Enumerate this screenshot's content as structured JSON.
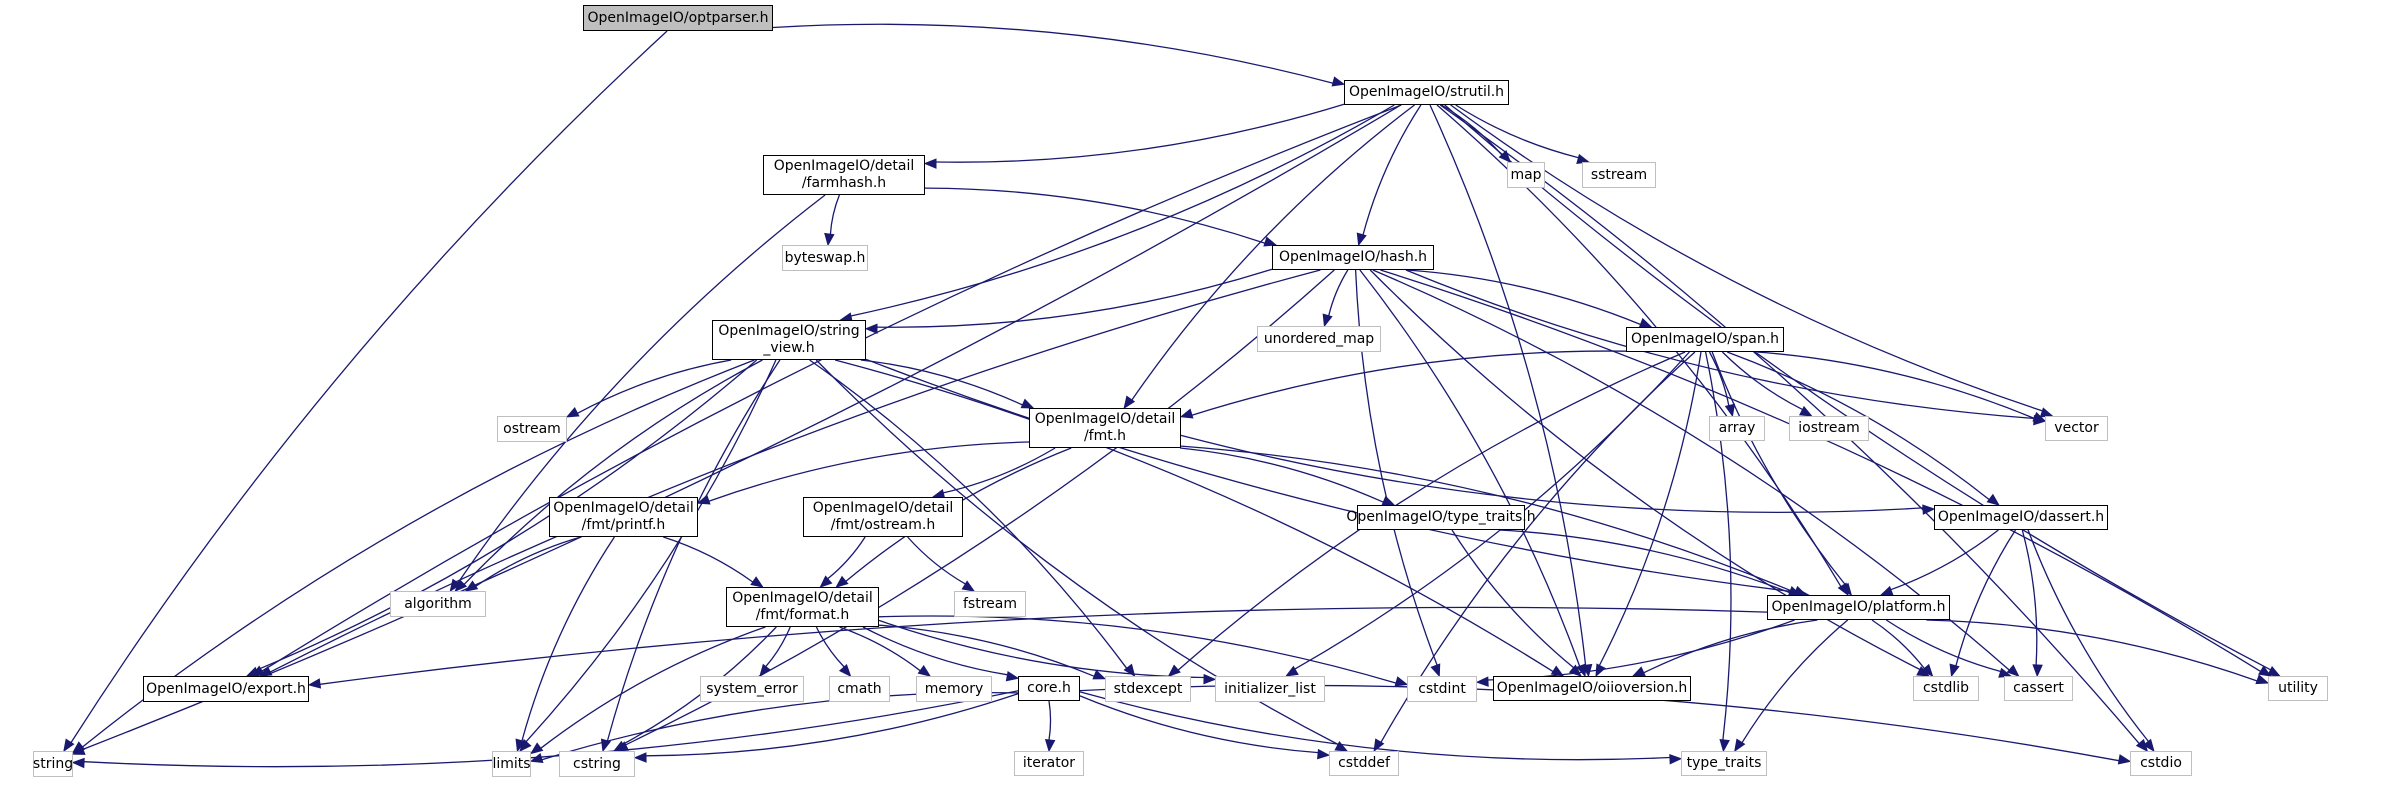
{
  "diagram": {
    "title": "OpenImageIO/optparser.h include dependency graph",
    "colors": {
      "edge": "#191970",
      "root_fill": "#bfbfbf",
      "local_border": "#000000",
      "system_border": "#bfbfbf"
    },
    "nodes": [
      {
        "id": "optparser",
        "label": "OpenImageIO/optparser.h",
        "kind": "root"
      },
      {
        "id": "strutil",
        "label": "OpenImageIO/strutil.h",
        "kind": "local"
      },
      {
        "id": "farmhash",
        "label": "OpenImageIO/detail\n/farmhash.h",
        "kind": "local"
      },
      {
        "id": "map",
        "label": "map",
        "kind": "system"
      },
      {
        "id": "sstream",
        "label": "sstream",
        "kind": "system"
      },
      {
        "id": "byteswap",
        "label": "byteswap.h",
        "kind": "system"
      },
      {
        "id": "hash",
        "label": "OpenImageIO/hash.h",
        "kind": "local"
      },
      {
        "id": "string_view",
        "label": "OpenImageIO/string\n_view.h",
        "kind": "local"
      },
      {
        "id": "unordered_map",
        "label": "unordered_map",
        "kind": "system"
      },
      {
        "id": "span",
        "label": "OpenImageIO/span.h",
        "kind": "local"
      },
      {
        "id": "array",
        "label": "array",
        "kind": "system"
      },
      {
        "id": "iostream",
        "label": "iostream",
        "kind": "system"
      },
      {
        "id": "vector",
        "label": "vector",
        "kind": "system"
      },
      {
        "id": "ostream",
        "label": "ostream",
        "kind": "system"
      },
      {
        "id": "fmt",
        "label": "OpenImageIO/detail\n/fmt.h",
        "kind": "local"
      },
      {
        "id": "printf",
        "label": "OpenImageIO/detail\n/fmt/printf.h",
        "kind": "local"
      },
      {
        "id": "fmt_ostream",
        "label": "OpenImageIO/detail\n/fmt/ostream.h",
        "kind": "local"
      },
      {
        "id": "type_traits_h",
        "label": "OpenImageIO/type_traits.h",
        "kind": "local"
      },
      {
        "id": "dassert",
        "label": "OpenImageIO/dassert.h",
        "kind": "local"
      },
      {
        "id": "algorithm",
        "label": "algorithm",
        "kind": "system"
      },
      {
        "id": "fstream",
        "label": "fstream",
        "kind": "system"
      },
      {
        "id": "format",
        "label": "OpenImageIO/detail\n/fmt/format.h",
        "kind": "local"
      },
      {
        "id": "platform",
        "label": "OpenImageIO/platform.h",
        "kind": "local"
      },
      {
        "id": "export",
        "label": "OpenImageIO/export.h",
        "kind": "local"
      },
      {
        "id": "system_error",
        "label": "system_error",
        "kind": "system"
      },
      {
        "id": "cmath",
        "label": "cmath",
        "kind": "system"
      },
      {
        "id": "memory",
        "label": "memory",
        "kind": "system"
      },
      {
        "id": "core",
        "label": "core.h",
        "kind": "local"
      },
      {
        "id": "stdexcept",
        "label": "stdexcept",
        "kind": "system"
      },
      {
        "id": "initializer_list",
        "label": "initializer_list",
        "kind": "system"
      },
      {
        "id": "cstdint",
        "label": "cstdint",
        "kind": "system"
      },
      {
        "id": "oiioversion",
        "label": "OpenImageIO/oiioversion.h",
        "kind": "local"
      },
      {
        "id": "cstdlib",
        "label": "cstdlib",
        "kind": "system"
      },
      {
        "id": "cassert",
        "label": "cassert",
        "kind": "system"
      },
      {
        "id": "utility",
        "label": "utility",
        "kind": "system"
      },
      {
        "id": "string",
        "label": "string",
        "kind": "system"
      },
      {
        "id": "limits",
        "label": "limits",
        "kind": "system"
      },
      {
        "id": "cstring",
        "label": "cstring",
        "kind": "system"
      },
      {
        "id": "iterator",
        "label": "iterator",
        "kind": "system"
      },
      {
        "id": "cstddef",
        "label": "cstddef",
        "kind": "system"
      },
      {
        "id": "type_traits",
        "label": "type_traits",
        "kind": "system"
      },
      {
        "id": "cstdio",
        "label": "cstdio",
        "kind": "system"
      }
    ],
    "edges": [
      [
        "optparser",
        "strutil"
      ],
      [
        "optparser",
        "string"
      ],
      [
        "strutil",
        "farmhash"
      ],
      [
        "strutil",
        "hash"
      ],
      [
        "strutil",
        "map"
      ],
      [
        "strutil",
        "sstream"
      ],
      [
        "strutil",
        "string_view"
      ],
      [
        "strutil",
        "fmt"
      ],
      [
        "strutil",
        "oiioversion"
      ],
      [
        "strutil",
        "export"
      ],
      [
        "strutil",
        "string"
      ],
      [
        "strutil",
        "vector"
      ],
      [
        "strutil",
        "platform"
      ],
      [
        "strutil",
        "utility"
      ],
      [
        "strutil",
        "cstdio"
      ],
      [
        "farmhash",
        "byteswap"
      ],
      [
        "farmhash",
        "hash"
      ],
      [
        "farmhash",
        "algorithm"
      ],
      [
        "hash",
        "string_view"
      ],
      [
        "hash",
        "unordered_map"
      ],
      [
        "hash",
        "span"
      ],
      [
        "hash",
        "export"
      ],
      [
        "hash",
        "cstring"
      ],
      [
        "hash",
        "cstdint"
      ],
      [
        "hash",
        "oiioversion"
      ],
      [
        "hash",
        "vector"
      ],
      [
        "hash",
        "utility"
      ],
      [
        "hash",
        "cstdlib"
      ],
      [
        "hash",
        "cassert"
      ],
      [
        "string_view",
        "ostream"
      ],
      [
        "string_view",
        "fmt"
      ],
      [
        "string_view",
        "algorithm"
      ],
      [
        "string_view",
        "export"
      ],
      [
        "string_view",
        "string"
      ],
      [
        "string_view",
        "limits"
      ],
      [
        "string_view",
        "cstring"
      ],
      [
        "string_view",
        "stdexcept"
      ],
      [
        "string_view",
        "cstddef"
      ],
      [
        "string_view",
        "oiioversion"
      ],
      [
        "string_view",
        "platform"
      ],
      [
        "span",
        "array"
      ],
      [
        "span",
        "iostream"
      ],
      [
        "span",
        "vector"
      ],
      [
        "span",
        "fmt"
      ],
      [
        "span",
        "dassert"
      ],
      [
        "span",
        "platform"
      ],
      [
        "span",
        "oiioversion"
      ],
      [
        "span",
        "stdexcept"
      ],
      [
        "span",
        "initializer_list"
      ],
      [
        "span",
        "cstddef"
      ],
      [
        "span",
        "type_traits"
      ],
      [
        "fmt",
        "printf"
      ],
      [
        "fmt",
        "fmt_ostream"
      ],
      [
        "fmt",
        "format"
      ],
      [
        "fmt",
        "type_traits_h"
      ],
      [
        "fmt",
        "dassert"
      ],
      [
        "fmt",
        "platform"
      ],
      [
        "printf",
        "algorithm"
      ],
      [
        "printf",
        "format"
      ],
      [
        "printf",
        "limits"
      ],
      [
        "fmt_ostream",
        "format"
      ],
      [
        "fmt_ostream",
        "fstream"
      ],
      [
        "type_traits_h",
        "platform"
      ],
      [
        "type_traits_h",
        "oiioversion"
      ],
      [
        "dassert",
        "platform"
      ],
      [
        "dassert",
        "cstdlib"
      ],
      [
        "dassert",
        "cassert"
      ],
      [
        "dassert",
        "cstdio"
      ],
      [
        "format",
        "system_error"
      ],
      [
        "format",
        "cmath"
      ],
      [
        "format",
        "memory"
      ],
      [
        "format",
        "core"
      ],
      [
        "format",
        "stdexcept"
      ],
      [
        "format",
        "initializer_list"
      ],
      [
        "format",
        "cstdint"
      ],
      [
        "format",
        "limits"
      ],
      [
        "format",
        "cstring"
      ],
      [
        "platform",
        "export"
      ],
      [
        "platform",
        "cstdint"
      ],
      [
        "platform",
        "oiioversion"
      ],
      [
        "platform",
        "cstdlib"
      ],
      [
        "platform",
        "cassert"
      ],
      [
        "platform",
        "utility"
      ],
      [
        "platform",
        "type_traits"
      ],
      [
        "core",
        "iterator"
      ],
      [
        "core",
        "cstddef"
      ],
      [
        "core",
        "string"
      ],
      [
        "core",
        "limits"
      ],
      [
        "core",
        "cstring"
      ],
      [
        "core",
        "type_traits"
      ],
      [
        "core",
        "cstdio"
      ]
    ]
  }
}
